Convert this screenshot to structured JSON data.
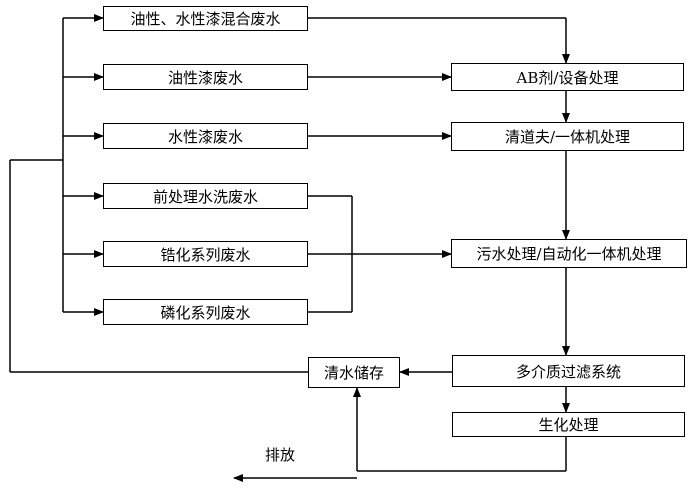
{
  "sources": [
    {
      "id": "mixed",
      "label": "油性、水性漆混合废水"
    },
    {
      "id": "oil",
      "label": "油性漆废水"
    },
    {
      "id": "water",
      "label": "水性漆废水"
    },
    {
      "id": "pre",
      "label": "前处理水洗废水"
    },
    {
      "id": "zr",
      "label": "锆化系列废水"
    },
    {
      "id": "phos",
      "label": "磷化系列废水"
    }
  ],
  "process": [
    {
      "id": "ab",
      "label": "AB剂/设备处理"
    },
    {
      "id": "qdf",
      "label": "清道夫/一体机处理"
    },
    {
      "id": "sewage",
      "label": "污水处理/自动化一体机处理"
    },
    {
      "id": "filter",
      "label": "多介质过滤系统"
    },
    {
      "id": "bio",
      "label": "生化处理"
    }
  ],
  "storage": {
    "label": "清水储存"
  },
  "discharge": {
    "label": "排放"
  }
}
